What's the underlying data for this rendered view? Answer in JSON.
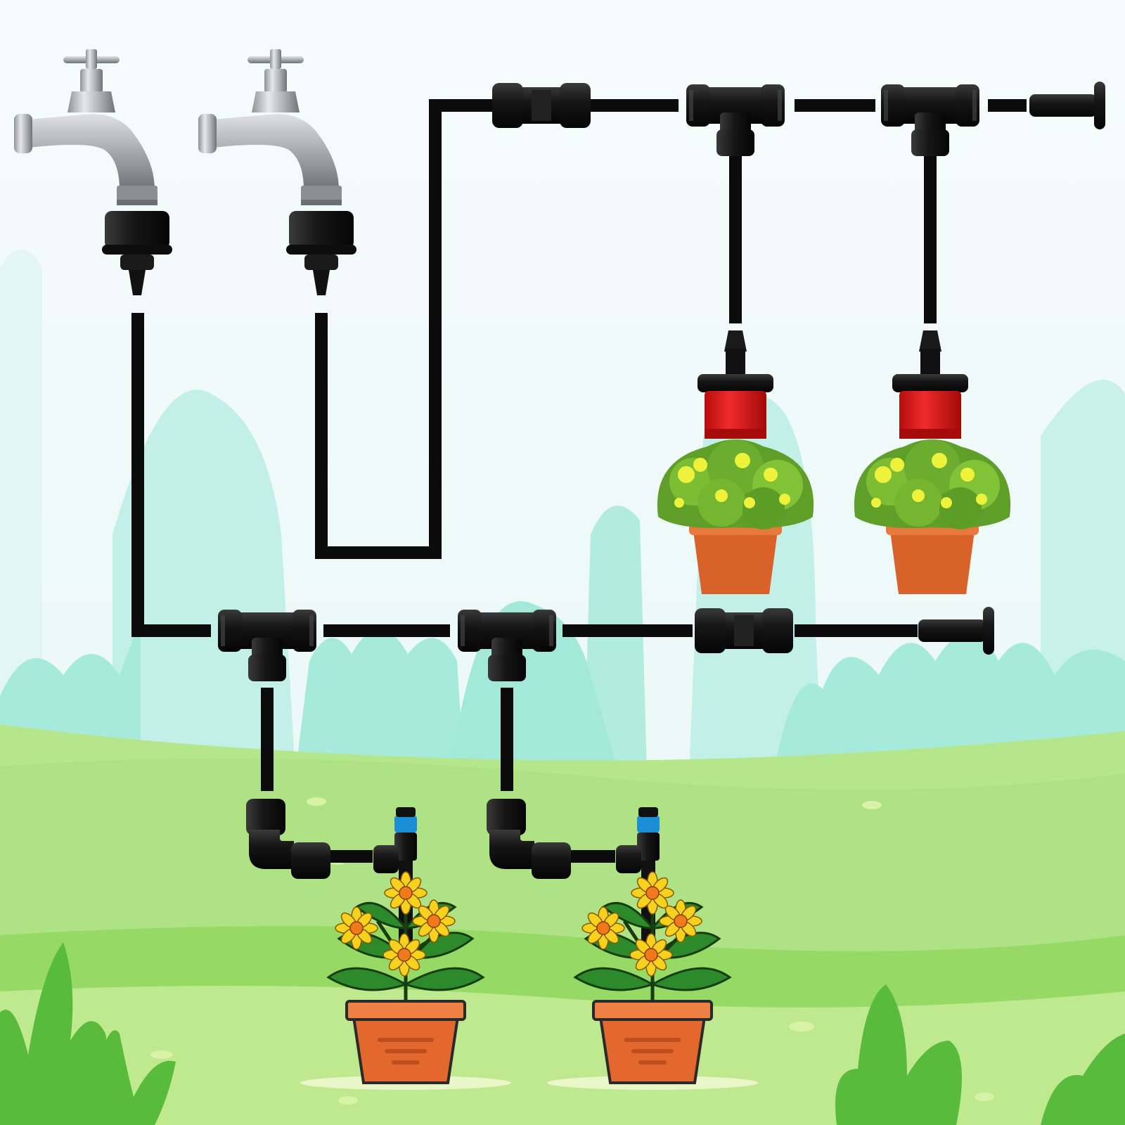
{
  "diagram": {
    "description_visible_text": [],
    "colors": {
      "sky_top": "#f4fbfb",
      "sky_bottom": "#e8f8f6",
      "hill_far": "#c6f1ea",
      "hill_mid": "#9fe9da",
      "ground_back": "#b2e58a",
      "ground_mid": "#9ddc6a",
      "ground_front": "#bfe990",
      "bush": "#58bb3c",
      "tube": "#0b0b0b",
      "fitting": "#1c1c1c",
      "faucet_metal": "#b9bcc0",
      "dripper_red": "#e01818",
      "pot": "#d9622b",
      "pot_rim": "#e8793d",
      "foliage": "#6cac2e",
      "flower_yellow": "#f6d21e",
      "flower_center": "#f07a1a",
      "stake_blue": "#1a8fd6"
    },
    "components": {
      "faucets": [
        "faucet",
        "faucet"
      ],
      "tee_connectors": [
        "tee",
        "tee",
        "tee",
        "tee"
      ],
      "straight_connectors": [
        "straight",
        "straight"
      ],
      "end_plugs": [
        "end-plug",
        "end-plug"
      ],
      "elbows": [
        "elbow",
        "elbow"
      ],
      "red_drippers": [
        "dripper",
        "dripper"
      ],
      "blue_stakes": [
        "stake",
        "stake"
      ],
      "shrub_pots": [
        "shrub-pot",
        "shrub-pot"
      ],
      "flower_pots": [
        "flower-pot",
        "flower-pot"
      ]
    }
  }
}
